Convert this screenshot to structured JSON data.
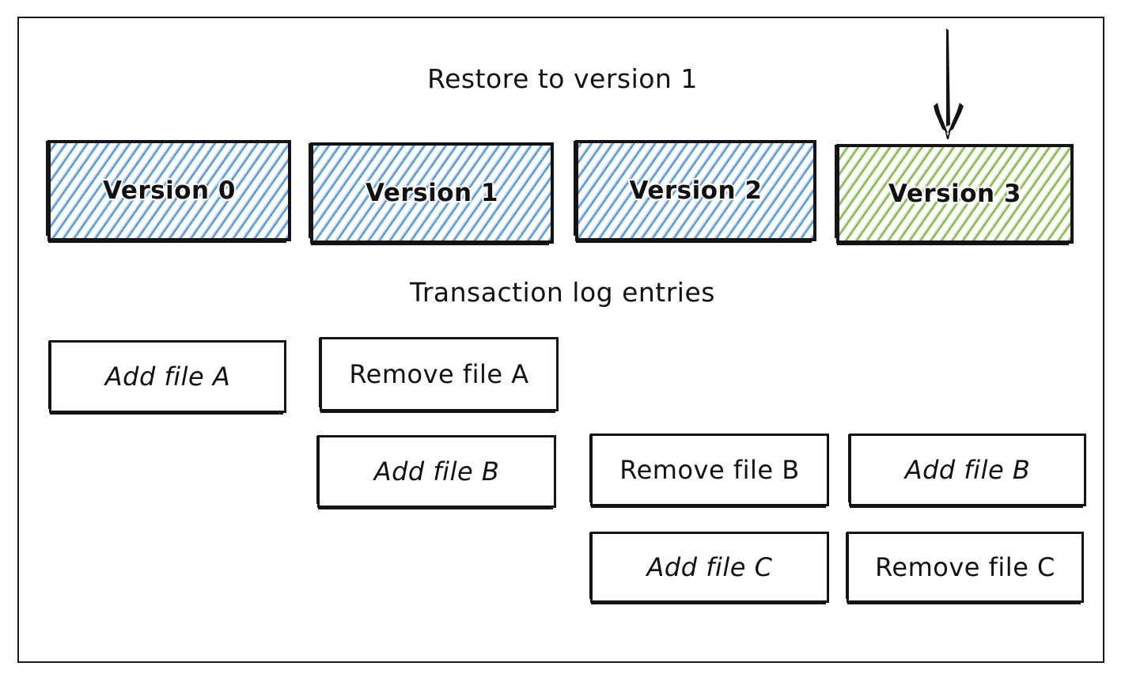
{
  "diagram": {
    "title": "Restore to version 1",
    "subtitle": "Transaction log entries",
    "colors": {
      "version_active": "#7cb342",
      "version_inactive": "#4a90d9",
      "ink": "#141414",
      "background": "#ffffff"
    },
    "arrow": {
      "name": "restore-target-arrow",
      "direction": "down",
      "points_at": "Version 3"
    },
    "versions": [
      {
        "label": "Version 0",
        "state": "inactive",
        "fill": "blue"
      },
      {
        "label": "Version 1",
        "state": "inactive",
        "fill": "blue"
      },
      {
        "label": "Version 2",
        "state": "inactive",
        "fill": "blue"
      },
      {
        "label": "Version 3",
        "state": "active",
        "fill": "green"
      }
    ],
    "log_columns": [
      {
        "version": "Version 0",
        "entries": [
          {
            "label": "Add file A",
            "action": "add",
            "file": "A",
            "row": 1
          }
        ]
      },
      {
        "version": "Version 1",
        "entries": [
          {
            "label": "Remove file A",
            "action": "remove",
            "file": "A",
            "row": 1
          },
          {
            "label": "Add file B",
            "action": "add",
            "file": "B",
            "row": 2
          }
        ]
      },
      {
        "version": "Version 2",
        "entries": [
          {
            "label": "Remove file B",
            "action": "remove",
            "file": "B",
            "row": 2
          },
          {
            "label": "Add file C",
            "action": "add",
            "file": "C",
            "row": 3
          }
        ]
      },
      {
        "version": "Version 3",
        "entries": [
          {
            "label": "Add file B",
            "action": "add",
            "file": "B",
            "row": 2
          },
          {
            "label": "Remove file C",
            "action": "remove",
            "file": "C",
            "row": 3
          }
        ]
      }
    ]
  }
}
